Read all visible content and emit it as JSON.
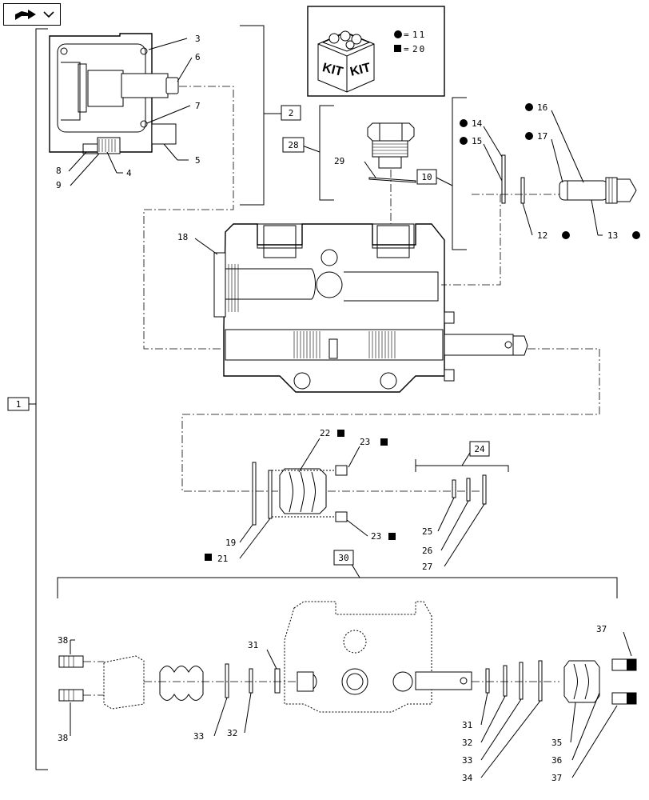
{
  "nav": {
    "icon": "back-arrow-icon"
  },
  "kit_legend": {
    "kit_labels": [
      "KIT",
      "KIT"
    ],
    "circle_value": "11",
    "square_value": "20"
  },
  "callouts": {
    "c1": "1",
    "c2": "2",
    "c3": "3",
    "c4": "4",
    "c5": "5",
    "c6": "6",
    "c7": "7",
    "c8": "8",
    "c9": "9",
    "c10": "10",
    "c12": "12",
    "c13": "13",
    "c14": "14",
    "c15": "15",
    "c16": "16",
    "c17": "17",
    "c18": "18",
    "c19": "19",
    "c21": "21",
    "c22": "22",
    "c23a": "23",
    "c23b": "23",
    "c24": "24",
    "c25": "25",
    "c26": "26",
    "c27": "27",
    "c28": "28",
    "c29": "29",
    "c30": "30",
    "c31a": "31",
    "c31b": "31",
    "c32a": "32",
    "c32b": "32",
    "c33a": "33",
    "c33b": "33",
    "c34": "34",
    "c35": "35",
    "c36": "36",
    "c37a": "37",
    "c37b": "37",
    "c38a": "38",
    "c38b": "38"
  }
}
